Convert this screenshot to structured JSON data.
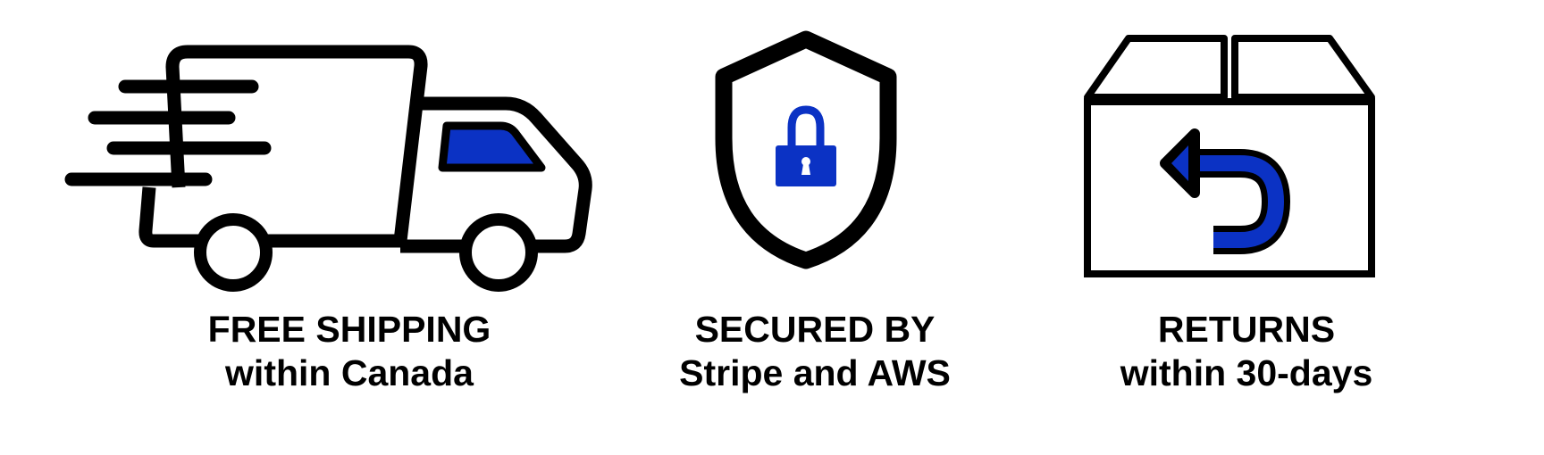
{
  "colors": {
    "outline": "#000000",
    "accent": "#0b32c4",
    "background": "#ffffff"
  },
  "features": [
    {
      "icon": "delivery-truck-icon",
      "line1": "FREE SHIPPING",
      "line2": "within Canada"
    },
    {
      "icon": "shield-lock-icon",
      "line1": "SECURED BY",
      "line2": "Stripe and AWS"
    },
    {
      "icon": "box-return-icon",
      "line1": "RETURNS",
      "line2": "within 30-days"
    }
  ]
}
